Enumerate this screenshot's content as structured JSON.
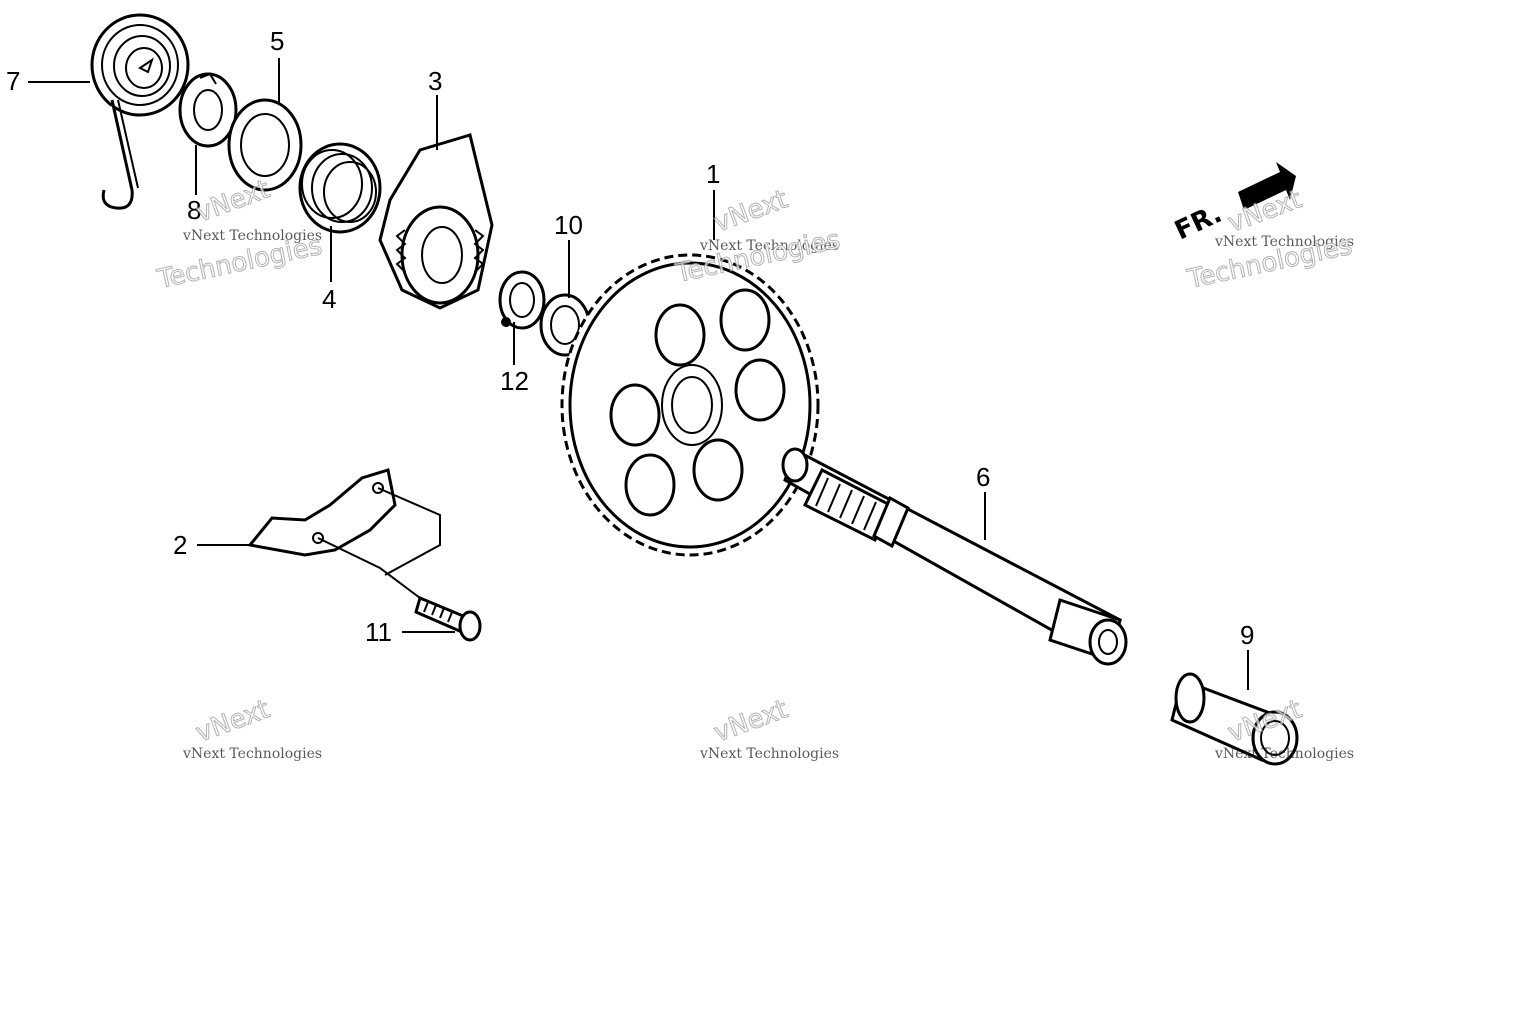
{
  "callouts": {
    "1": "1",
    "2": "2",
    "3": "3",
    "4": "4",
    "5": "5",
    "6": "6",
    "7": "7",
    "8": "8",
    "9": "9",
    "10": "10",
    "11": "11",
    "12": "12"
  },
  "direction_indicator": {
    "label": "FR.",
    "icon": "arrow-right-icon"
  },
  "watermark": {
    "brand": "vNext",
    "line": "vNext Technologies",
    "word": "Technologies"
  },
  "colors": {
    "line": "#000000",
    "background": "#ffffff"
  }
}
